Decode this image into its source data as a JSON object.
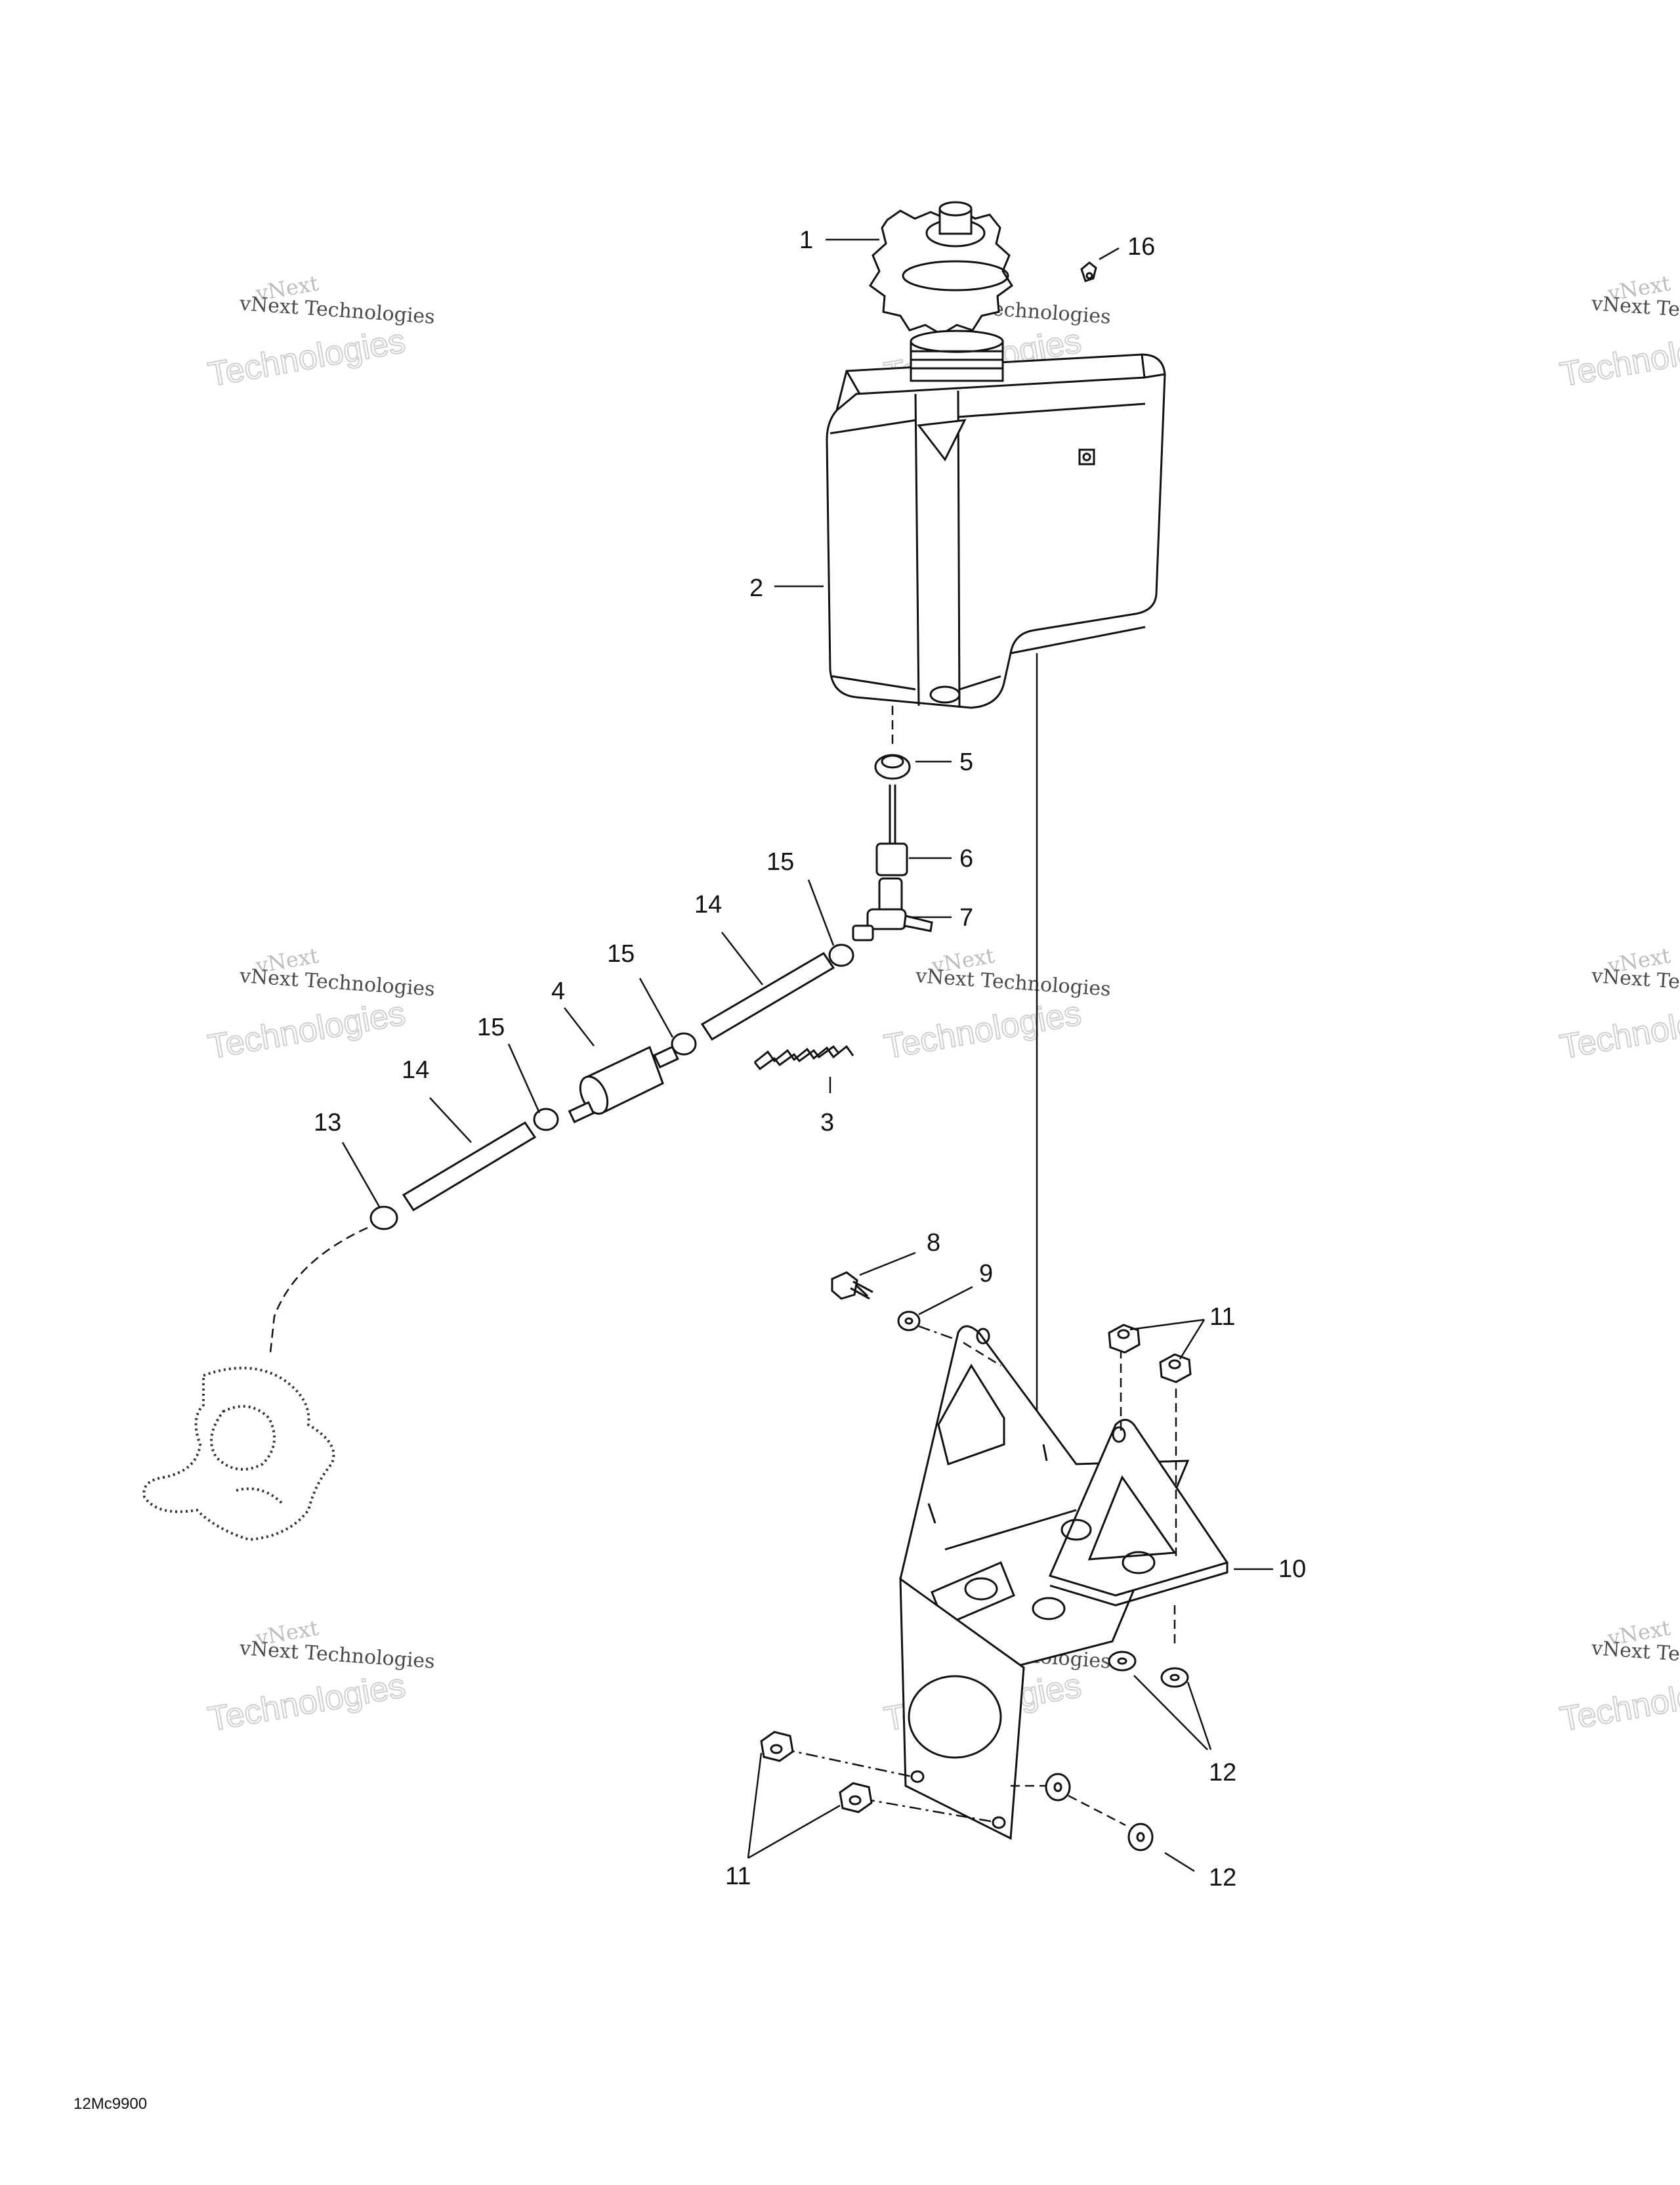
{
  "callouts": [
    {
      "id": "c1",
      "text": "1"
    },
    {
      "id": "c16",
      "text": "16"
    },
    {
      "id": "c2",
      "text": "2"
    },
    {
      "id": "c5",
      "text": "5"
    },
    {
      "id": "c6",
      "text": "6"
    },
    {
      "id": "c7",
      "text": "7"
    },
    {
      "id": "c15a",
      "text": "15"
    },
    {
      "id": "c14a",
      "text": "14"
    },
    {
      "id": "c15b",
      "text": "15"
    },
    {
      "id": "c4",
      "text": "4"
    },
    {
      "id": "c15c",
      "text": "15"
    },
    {
      "id": "c14b",
      "text": "14"
    },
    {
      "id": "c13",
      "text": "13"
    },
    {
      "id": "c3",
      "text": "3"
    },
    {
      "id": "c8",
      "text": "8"
    },
    {
      "id": "c9",
      "text": "9"
    },
    {
      "id": "c11a",
      "text": "11"
    },
    {
      "id": "c10",
      "text": "10"
    },
    {
      "id": "c12a",
      "text": "12"
    },
    {
      "id": "c11b",
      "text": "11"
    },
    {
      "id": "c12b",
      "text": "12"
    }
  ],
  "watermark": {
    "line1": "vNext",
    "line2": "vNext Technologies",
    "line3": "Technologies"
  },
  "drawing_code": "12Mc9900"
}
